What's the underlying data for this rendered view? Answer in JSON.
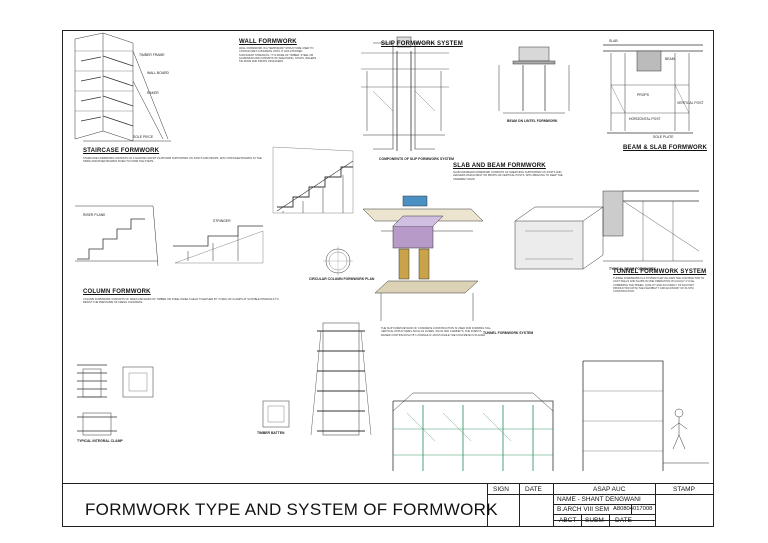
{
  "sections": {
    "wall": {
      "heading": "WALL FORMWORK",
      "text": "WALL FORMWORK IS A TEMPORARY STRUCTURE USED TO CONTAIN WET CONCRETE UNTIL IT HAS ATTAINED SUFFICIENT STRENGTH. IT IS MADE OF TIMBER, STEEL OR ALUMINIUM AND CONSISTS OF SHEATHING, STUDS, WALERS, TIE RODS AND PROPS OR RAKERS."
    },
    "staircase": {
      "heading": "STAIRCASE FORMWORK",
      "text": "STAIRCASE FORMWORK CONSISTS OF A SLOPING SOFFIT PLATFORM SUPPORTED ON JOISTS AND PROPS, WITH STRINGER BOARDS AT THE SIDES AND RISER BOARDS FIXED TO FORM THE STEPS."
    },
    "column": {
      "heading": "COLUMN FORMWORK",
      "text": "COLUMN FORMWORK CONSISTS OF SIDES AND ENDS OF TIMBER OR STEEL PANELS HELD TOGETHER BY YOKES OR CLAMPS AT SUITABLE INTERVALS TO RESIST THE PRESSURE OF FRESH CONCRETE."
    },
    "slip": {
      "heading": "SLIP FORMWORK SYSTEM",
      "caption": "COMPONENTS OF SLIP FORMWORK SYSTEM",
      "text": "THE SLIP FORM METHOD OF CONCRETE CONSTRUCTION IS USED FOR FORMING TALL VERTICAL STRUCTURES SUCH AS CORES, SILOS AND CHIMNEYS. THE FORM IS RAISED CONTINUOUSLY BY HYDRAULIC JACKS WHILE THE CONCRETE IS PLACED."
    },
    "slab_beam": {
      "heading": "SLAB AND BEAM FORMWORK",
      "text": "SLAB AND BEAM FORMWORK CONSISTS OF SHEATHING SUPPORTED ON JOISTS AND LEDGERS WHICH REST ON PROPS OR VERTICAL POSTS, WITH BRACING TO KEEP THE ASSEMBLY RIGID."
    },
    "beam_slab": {
      "heading": "BEAM & SLAB FORMWORK"
    },
    "tunnel": {
      "heading": "TUNNEL FORMWORK SYSTEM",
      "caption": "TUNNEL FORMWORK SYSTEM",
      "text": "TUNNEL FORMWORK IS A SYSTEM THAT ALLOWS THE CONTRACTOR TO CAST WALLS AND SLABS IN ONE OPERATION ON A DAILY CYCLE, COMBINING THE SPEED, QUALITY AND ACCURACY OF FACTORY PRODUCTION WITH THE FLEXIBILITY AND ECONOMY OF IN-SITU CONSTRUCTION."
    }
  },
  "labels": [
    {
      "text": "TIMBER FRAME"
    },
    {
      "text": "RAKER"
    },
    {
      "text": "SOLE PIECE"
    },
    {
      "text": "WALL BOARD"
    },
    {
      "text": "RISER PLANK"
    },
    {
      "text": "STRINGER"
    },
    {
      "text": "TYPICAL INTEGRAL CLAMP"
    },
    {
      "text": "CIRCULAR COLUMN FORMWORK PLAN"
    },
    {
      "text": "TIMBER BATTEN"
    },
    {
      "text": "BEAM ON LINTEL FORMWORK"
    },
    {
      "text": "TYPICAL BEAM FORMWORK"
    },
    {
      "text": "VERTICAL POST"
    },
    {
      "text": "HORIZONTAL POST"
    },
    {
      "text": "SOLE PLATE"
    },
    {
      "text": "SLAB"
    },
    {
      "text": "BEAM"
    },
    {
      "text": "PROPS"
    }
  ],
  "title_block": {
    "main_title": "FORMWORK TYPE AND SYSTEM OF FORMWORK",
    "sign_label": "SIGN",
    "date_label": "DATE",
    "school": "ASAP AUC",
    "stamp_label": "STAMP",
    "name_line": "NAME - SHANT DENGWANI",
    "class_line": "B.ARCH VIII SEM",
    "roll_no": "A80804017008",
    "abct_label": "ABCT",
    "subm_label": "SUBM-",
    "date_label_2": "DATE"
  }
}
